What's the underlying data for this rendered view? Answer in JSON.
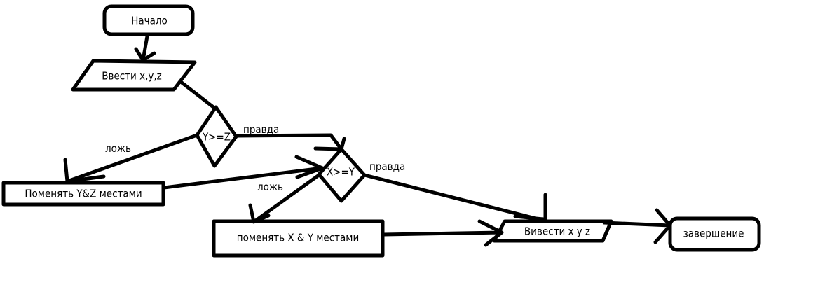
{
  "nodes": {
    "start": "Начало",
    "input": "Ввести x,y,z",
    "cond1": "Y>=Z",
    "swap_yz": "Поменять Y&Z местами",
    "cond2": "X>=Y",
    "swap_xy": "поменять X & Y местами",
    "output": "Вивести x y z",
    "end": "завершение"
  },
  "edges": {
    "cond1_true": "правда",
    "cond1_false": "ложь",
    "cond2_true": "правда",
    "cond2_false": "ложь"
  },
  "colors": {
    "stroke": "#000000",
    "background": "#ffffff"
  }
}
